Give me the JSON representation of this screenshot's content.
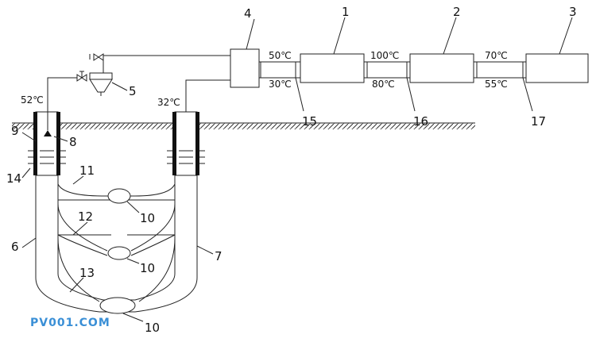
{
  "labels": {
    "n1": "1",
    "n2": "2",
    "n3": "3",
    "n4": "4",
    "n5": "5",
    "n6": "6",
    "n7": "7",
    "n8": "8",
    "n9": "9",
    "n10a": "10",
    "n10b": "10",
    "n10c": "10",
    "n11": "11",
    "n12": "12",
    "n13": "13",
    "n14": "14",
    "n15": "15",
    "n16": "16",
    "n17": "17"
  },
  "temps": {
    "t52": "52℃",
    "t32": "32℃",
    "t50": "50℃",
    "t30": "30℃",
    "t100": "100℃",
    "t80": "80℃",
    "t70": "70℃",
    "t55": "55℃"
  },
  "watermark": "PV001.COM"
}
